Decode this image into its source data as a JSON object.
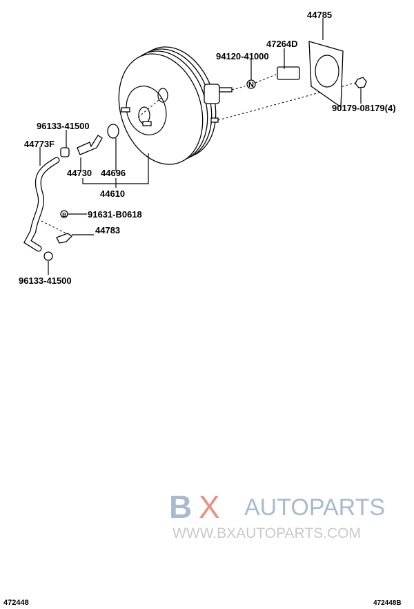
{
  "labels": {
    "gasket": "44785",
    "clevis": "47264D",
    "nut_clevis": "94120-41000",
    "nut_mount": "90179-08179(4)",
    "clamp_top": "96133-41500",
    "hose": "44773F",
    "check_valve": "44730",
    "grommet": "44696",
    "booster_assy": "44610",
    "bolt": "91631-B0618",
    "bolt_marker": "B",
    "nut_marker": "N",
    "clamp_bracket": "44783",
    "clamp_bottom": "96133-41500"
  },
  "footer": {
    "left_code": "472448",
    "right_code": "472448B"
  },
  "watermark": {
    "brand_b": "B",
    "brand_x": "X",
    "brand_rest": "AUTOPARTS",
    "url": "WWW.BXAUTOPARTS.COM",
    "color_blue": "#9fb3cc",
    "color_red": "#e8857a"
  }
}
